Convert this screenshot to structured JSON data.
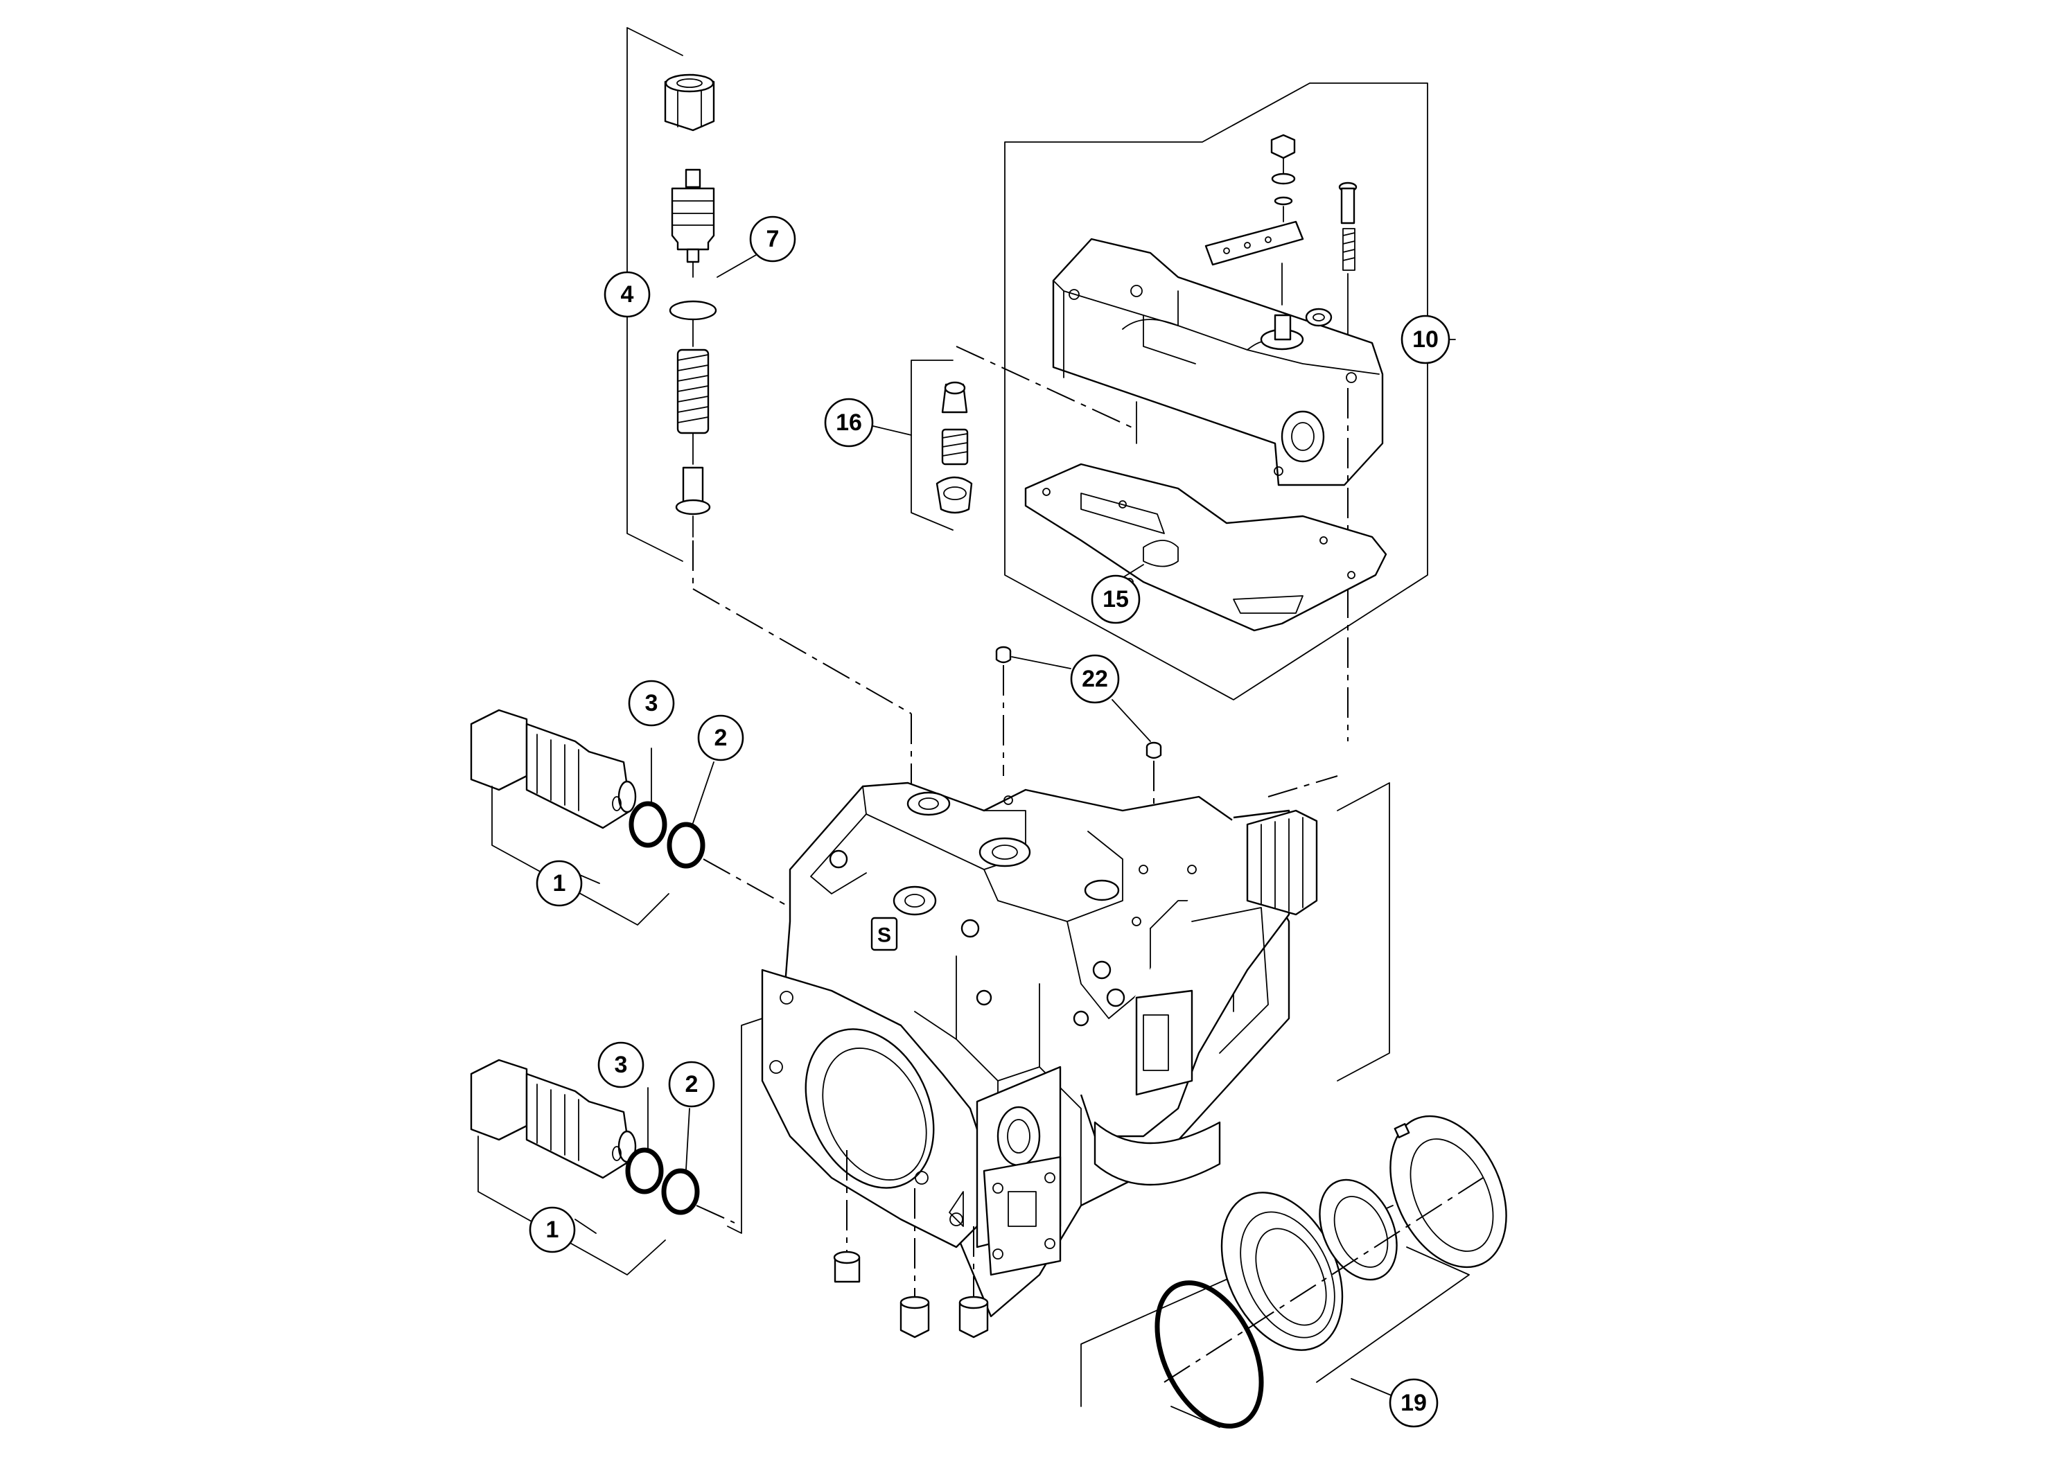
{
  "callouts": [
    {
      "id": "c1a",
      "label": "1"
    },
    {
      "id": "c1b",
      "label": "1"
    },
    {
      "id": "c2a",
      "label": "2"
    },
    {
      "id": "c2b",
      "label": "2"
    },
    {
      "id": "c3a",
      "label": "3"
    },
    {
      "id": "c3b",
      "label": "3"
    },
    {
      "id": "c4",
      "label": "4"
    },
    {
      "id": "c7",
      "label": "7"
    },
    {
      "id": "c10",
      "label": "10"
    },
    {
      "id": "c15",
      "label": "15"
    },
    {
      "id": "c16",
      "label": "16"
    },
    {
      "id": "c19",
      "label": "19"
    },
    {
      "id": "c22",
      "label": "22"
    }
  ],
  "housing_marking": "S"
}
